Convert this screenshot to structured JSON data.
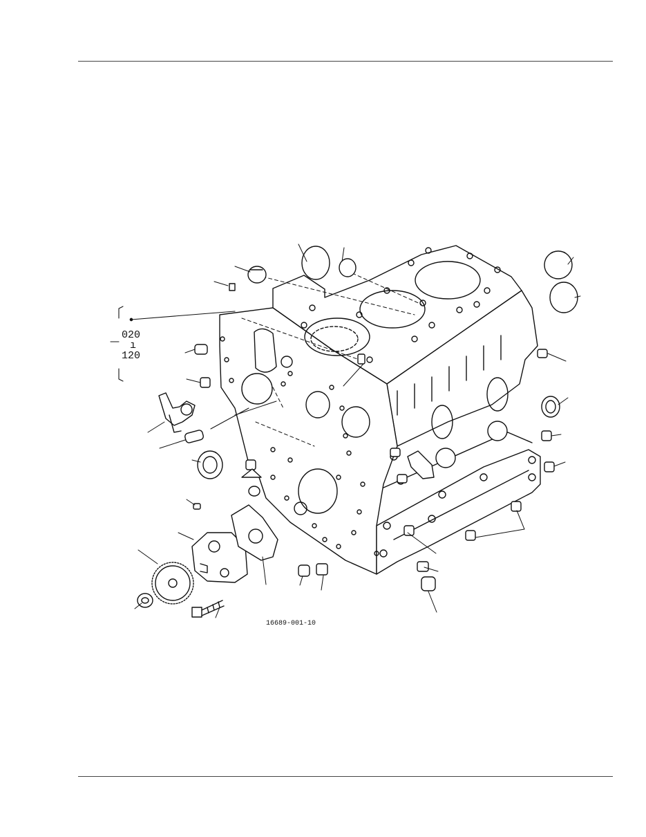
{
  "diagram": {
    "callout_upper": "020",
    "callout_lower": "120",
    "drawing_number": "16689-001-10"
  }
}
